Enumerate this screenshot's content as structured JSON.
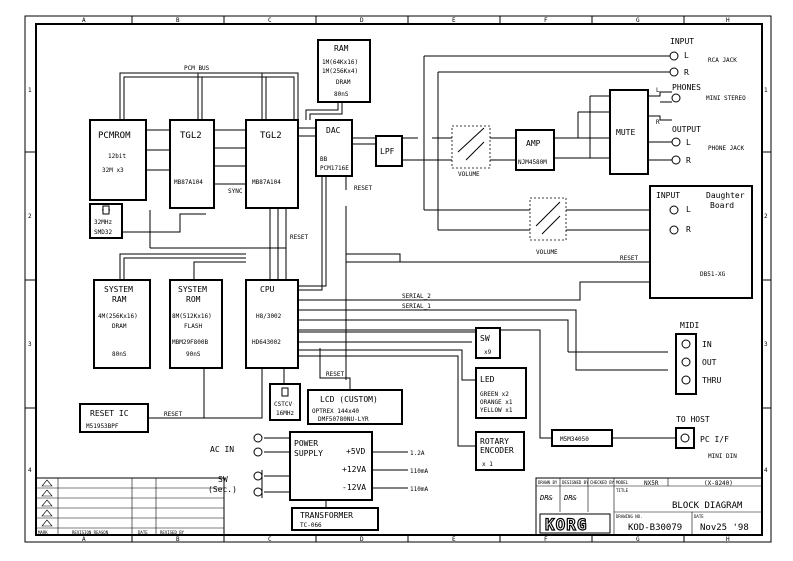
{
  "frame": {
    "cols": [
      "A",
      "B",
      "C",
      "D",
      "E",
      "F",
      "G",
      "H"
    ],
    "rows": [
      "1",
      "2",
      "3",
      "4"
    ]
  },
  "blocks": {
    "pcmrom": {
      "title": "PCMROM",
      "l1": "12bit",
      "l2": "32M x3"
    },
    "tgl2a": {
      "title": "TGL2",
      "part": "MB87A104"
    },
    "tgl2b": {
      "title": "TGL2",
      "part": "MB87A104"
    },
    "ram": {
      "title": "RAM",
      "l1": "1M(64Kx16)",
      "l2": "1M(256Kx4)",
      "l3": "DRAM",
      "l4": "80nS"
    },
    "dac": {
      "title": "DAC",
      "l1": "BB",
      "l2": "PCM1716E"
    },
    "lpf": {
      "title": "LPF"
    },
    "amp": {
      "title": "AMP",
      "part": "NJM4580M"
    },
    "mute": {
      "title": "MUTE"
    },
    "osc": {
      "l1": "32MHz",
      "l2": "SMD32"
    },
    "sysram": {
      "title1": "SYSTEM",
      "title2": "RAM",
      "l1": "4M(256Kx16)",
      "l2": "DRAM",
      "l3": "80nS"
    },
    "sysrom": {
      "title1": "SYSTEM",
      "title2": "ROM",
      "l1": "8M(512Kx16)",
      "l2": "FLASH",
      "l3": "MBM29F800B",
      "l4": "90nS"
    },
    "cpu": {
      "title": "CPU",
      "l1": "H8/3002",
      "l2": "HD643002"
    },
    "cstcv": {
      "l1": "CSTCV",
      "l2": "16MHz"
    },
    "lcd": {
      "title": "LCD (CUSTOM)",
      "l1": "OPTREX    144x40",
      "l2": "DMF50780NU-LYR"
    },
    "resetic": {
      "title": "RESET IC",
      "part": "M51953BPF"
    },
    "sw": {
      "title": "SW",
      "l1": "x9"
    },
    "led": {
      "title": "LED",
      "l1": "GREEN  x2",
      "l2": "ORANGE x1",
      "l3": "YELLOW x1"
    },
    "rotary": {
      "title1": "ROTARY",
      "title2": "ENCODER",
      "l1": "x 1"
    },
    "m5m": {
      "title": "M5M34050"
    },
    "daughter": {
      "input": "INPUT",
      "title1": "Daughter",
      "title2": "Board",
      "part": "DB51-XG"
    },
    "power": {
      "title1": "POWER",
      "title2": "SUPPLY",
      "v1": "+5VD",
      "v2": "+12VA",
      "v3": "-12VA",
      "i1": "1.2A",
      "i2": "110mA",
      "i3": "110mA"
    },
    "transformer": {
      "title": "TRANSFORMER",
      "part": "TC-066"
    }
  },
  "labels": {
    "pcm_bus": "PCM BUS",
    "sync": "SYNC",
    "reset": "RESET",
    "serial_2": "SERIAL_2",
    "serial_1": "SERIAL_1",
    "volume": "VOLUME",
    "input": "INPUT",
    "rca_jack": "RCA JACK",
    "phones": "PHONES",
    "mini_stereo": "MINI STEREO",
    "output": "OUTPUT",
    "phone_jack": "PHONE JACK",
    "L": "L",
    "R": "R",
    "midi": "MIDI",
    "midi_in": "IN",
    "midi_out": "OUT",
    "midi_thru": "THRU",
    "to_host": "TO HOST",
    "pc_if": "PC I/F",
    "mini_din": "MINI DIN",
    "ac_in": "AC IN",
    "sw": "SW",
    "sw_sec": "(Sec.)"
  },
  "title_block": {
    "drawn_by": "DRAWN BY",
    "designed_by": "DESIGNED BY",
    "checked_by": "CHECKED BY",
    "model_label": "MODEL",
    "model": "NX5R",
    "model_code": "(X-8240)",
    "title_label": "TITLE",
    "title": "BLOCK DIAGRAM",
    "drawing_no_label": "DRAWING NO.",
    "drawing_no": "KOD-B30079",
    "date_label": "DATE",
    "date": "Nov25 '98",
    "logo": "KORG",
    "sig": "DR&"
  },
  "revision": {
    "mark": "MARK",
    "reason": "REVISION REASON",
    "date": "DATE",
    "revised_by": "REVISED BY"
  }
}
